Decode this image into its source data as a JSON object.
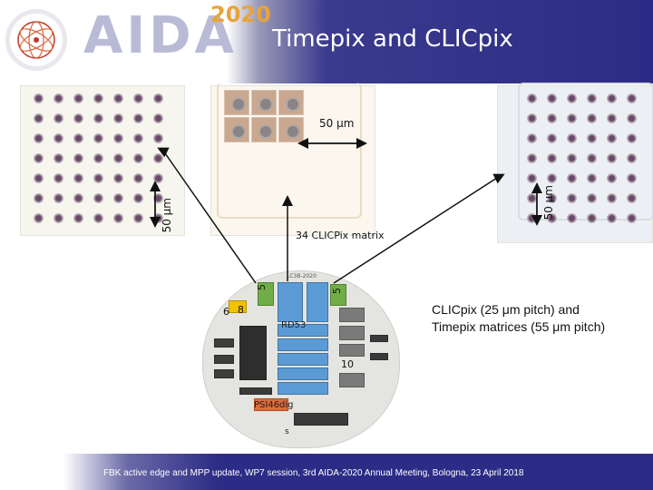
{
  "header": {
    "logo_text": "AIDA",
    "logo_year": "2020",
    "title": "Timepix and CLICpix"
  },
  "annotations": {
    "pitch_top": "50 μm",
    "pitch_left": "50 μm",
    "pitch_right": "50 μm",
    "matrix_label": "34 CLICPix matrix"
  },
  "wafer": {
    "labels": {
      "five_a": "5",
      "five_b": "5",
      "six": "6",
      "eight": "8",
      "rd53": "RD53",
      "ten": "10",
      "psi": "PSI46dig",
      "s": "s",
      "top_mark": "LC3B-2020"
    }
  },
  "body": {
    "text": "CLICpix (25 μm pitch) and Timepix matrices (55 μm pitch)"
  },
  "footer": {
    "text": "FBK active edge and MPP update, WP7 session, 3rd AIDA-2020 Annual Meeting, Bologna, 23 April 2018"
  },
  "colors": {
    "header_blue": "#2c2c86",
    "accent_orange": "#e8a33a",
    "arrow": "#111111",
    "chip_blue": "#5b9bd5",
    "chip_green": "#70ad47",
    "chip_yellow": "#f2c200",
    "chip_orange": "#e06a3a"
  },
  "icons": [
    "logo-circle-icon",
    "arrow-icon"
  ]
}
